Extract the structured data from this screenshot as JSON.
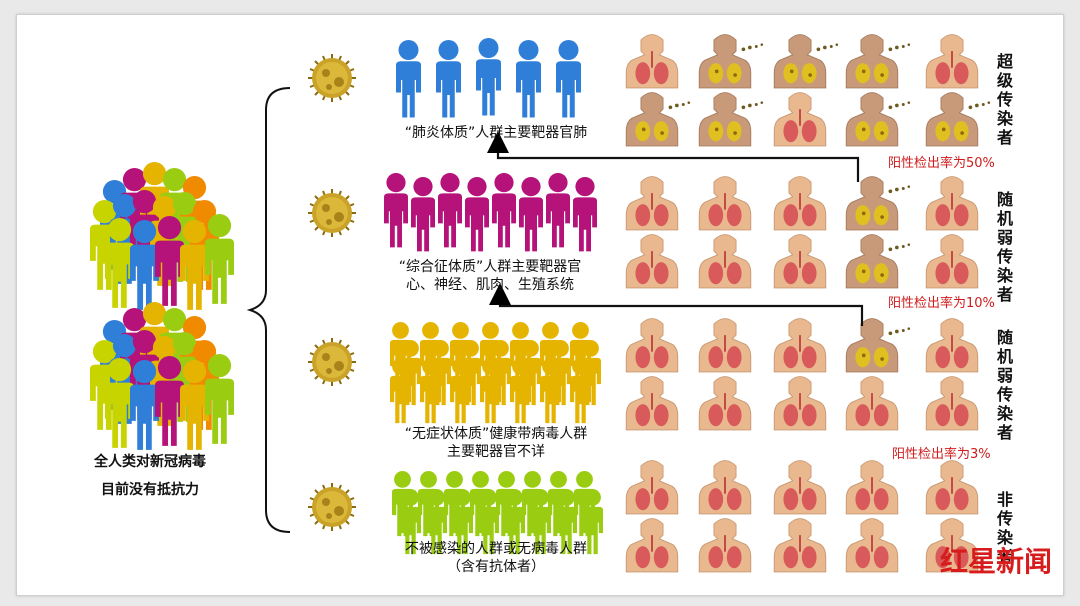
{
  "left_caption": {
    "line1": "全人类对新冠病毒",
    "line2": "目前没有抵抗力"
  },
  "rows": [
    {
      "caption_lines": [
        "“肺炎体质”人群主要靶器官肺"
      ],
      "person_color": "#2f7fd8",
      "rate": "阳性检出率为50%",
      "label": "超级传染者",
      "torsos": [
        [
          "lung",
          "sick",
          "sick",
          "sick",
          "lung"
        ],
        [
          "sick",
          "sick",
          "lung",
          "sick",
          "sick"
        ]
      ]
    },
    {
      "caption_lines": [
        "“综合征体质”人群主要靶器官",
        "心、神经、肌肉、生殖系统"
      ],
      "person_color": "#b5127a",
      "rate": "阳性检出率为10%",
      "label": "随机弱传染者",
      "torsos": [
        [
          "lung",
          "lung",
          "lung",
          "sick",
          "lung"
        ],
        [
          "lung",
          "lung",
          "lung",
          "sick",
          "lung"
        ]
      ]
    },
    {
      "caption_lines": [
        "“无症状体质”健康带病毒人群",
        "主要靶器官不详"
      ],
      "person_color": "#e5b400",
      "rate": "阳性检出率为3%",
      "label": "随机弱传染者",
      "torsos": [
        [
          "lung",
          "lung",
          "lung",
          "sick",
          "lung"
        ],
        [
          "lung",
          "lung",
          "lung",
          "lung",
          "lung"
        ]
      ]
    },
    {
      "caption_lines": [
        "不被感染的人群或无病毒人群",
        "（含有抗体者）"
      ],
      "person_color": "#9acd12",
      "rate": "",
      "label": "非传染者",
      "torsos": [
        [
          "lung",
          "lung",
          "lung",
          "lung",
          "lung"
        ],
        [
          "lung",
          "lung",
          "lung",
          "lung",
          "lung"
        ]
      ]
    }
  ],
  "logo": "红星新闻",
  "colors": {
    "rate_red": "#d01c1c",
    "crowd": [
      "#2f7fd8",
      "#b5127a",
      "#e5b400",
      "#9acd12",
      "#f08a00",
      "#c8d400"
    ]
  },
  "icons": {
    "virus": "coronavirus-icon",
    "person": "person-icon",
    "torso": "torso-lung-icon"
  }
}
